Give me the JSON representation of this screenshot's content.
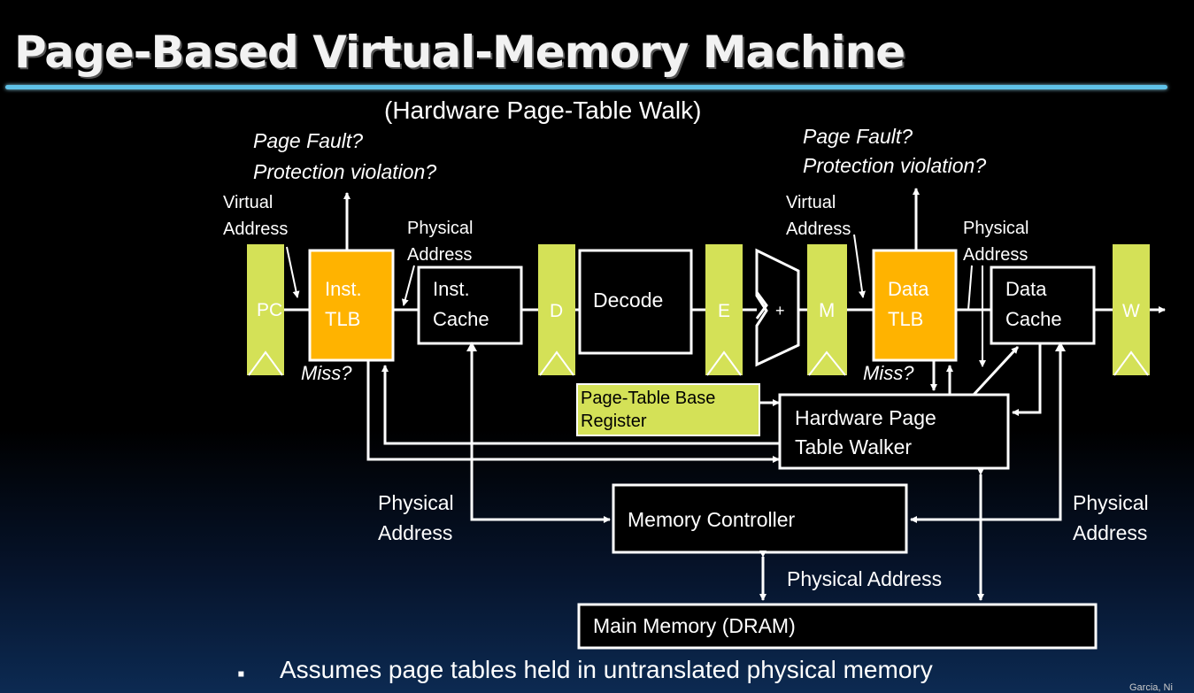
{
  "title": "Page-Based Virtual-Memory Machine",
  "subtitle": "(Hardware Page-Table Walk)",
  "left_fault": {
    "line1": "Page Fault?",
    "line2": "Protection violation?"
  },
  "right_fault": {
    "line1": "Page Fault?",
    "line2": "Protection violation?"
  },
  "virtual_address_left": {
    "line1": "Virtual",
    "line2": "Address"
  },
  "virtual_address_right": {
    "line1": "Virtual",
    "line2": "Address"
  },
  "physical_address_inst": {
    "line1": "Physical",
    "line2": "Address"
  },
  "physical_address_data": {
    "line1": "Physical",
    "line2": "Address"
  },
  "stages": {
    "pc": "PC",
    "d": "D",
    "e": "E",
    "m": "M",
    "w": "W"
  },
  "inst_tlb": {
    "line1": "Inst.",
    "line2": "TLB"
  },
  "inst_cache": {
    "line1": "Inst.",
    "line2": "Cache"
  },
  "decode": "Decode",
  "alu_symbol": "+",
  "data_tlb": {
    "line1": "Data",
    "line2": "TLB"
  },
  "data_cache": {
    "line1": "Data",
    "line2": "Cache"
  },
  "miss_left": "Miss?",
  "miss_right": "Miss?",
  "ptbr": {
    "line1": "Page-Table Base",
    "line2": "Register"
  },
  "walker": {
    "line1": "Hardware Page",
    "line2": "Table Walker"
  },
  "phys_addr_mem_left": {
    "line1": "Physical",
    "line2": "Address"
  },
  "phys_addr_mem_right": {
    "line1": "Physical",
    "line2": "Address"
  },
  "memory_controller": "Memory Controller",
  "phys_addr_dram": "Physical Address",
  "main_memory": "Main Memory (DRAM)",
  "bullet": "Assumes page tables held in untranslated physical memory",
  "credit": "Garcia, Ni",
  "colors": {
    "stage_fill": "#d4e157",
    "tlb_fill": "#ffb300",
    "title_rule": "#5fc2e8",
    "ptbr_fill": "#d4e157"
  }
}
